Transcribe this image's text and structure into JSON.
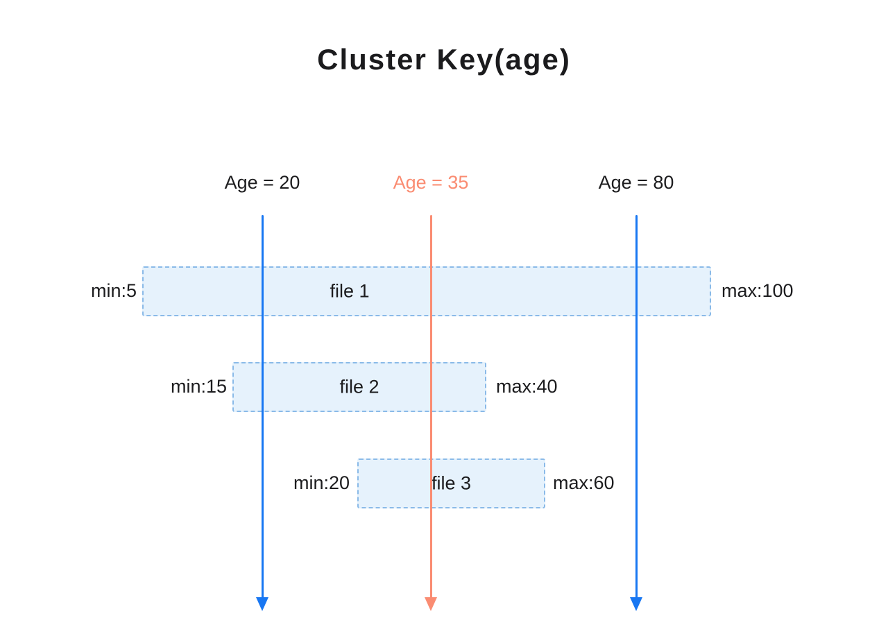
{
  "title": "Cluster Key(age)",
  "colors": {
    "arrow_blue": "#1877F2",
    "arrow_salmon": "#FA8C72",
    "box_fill": "#E6F2FC",
    "box_border": "#8ABAE8",
    "text": "#1C1C1E"
  },
  "arrows": [
    {
      "label": "Age = 20",
      "value": 20,
      "color": "#1877F2"
    },
    {
      "label": "Age = 35",
      "value": 35,
      "color": "#FA8C72"
    },
    {
      "label": "Age = 80",
      "value": 80,
      "color": "#1877F2"
    }
  ],
  "files": [
    {
      "name": "file 1",
      "min": 5,
      "max": 100,
      "min_label": "min:5",
      "max_label": "max:100"
    },
    {
      "name": "file 2",
      "min": 15,
      "max": 40,
      "min_label": "min:15",
      "max_label": "max:40"
    },
    {
      "name": "file 3",
      "min": 20,
      "max": 60,
      "min_label": "min:20",
      "max_label": "max:60"
    }
  ]
}
